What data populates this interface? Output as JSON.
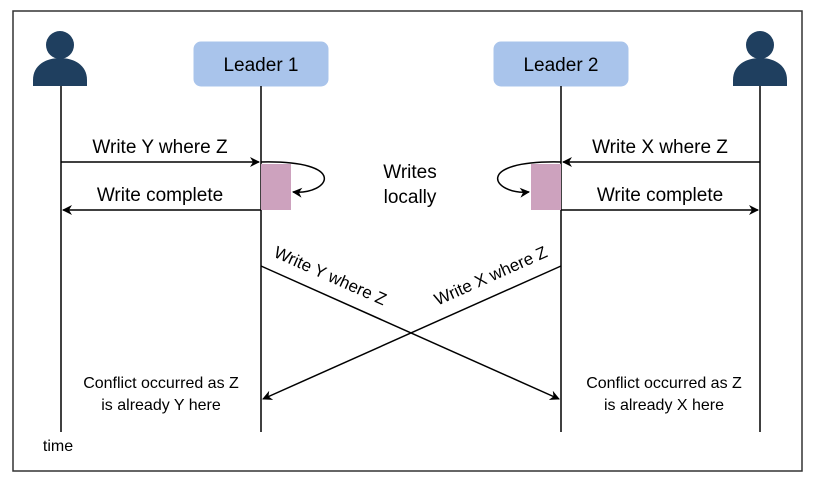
{
  "leaders": [
    {
      "label": "Leader 1"
    },
    {
      "label": "Leader 2"
    }
  ],
  "messages": {
    "left_request": "Write Y where Z",
    "left_response": "Write complete",
    "right_request": "Write X where Z",
    "right_response": "Write complete",
    "local_write_line1": "Writes",
    "local_write_line2": "locally",
    "cross_left_to_right": "Write Y where Z",
    "cross_right_to_left": "Write X where Z"
  },
  "conflicts": {
    "left": {
      "line1": "Conflict occurred as Z",
      "line2": "is already Y here"
    },
    "right": {
      "line1": "Conflict occurred as Z",
      "line2": "is already X here"
    }
  },
  "axis_label": "time",
  "colors": {
    "leader_box": "#a9c4eb",
    "leader_box_stroke": "#a9c4eb",
    "user_icon": "#1f3f5f",
    "write_block": "#cda2be",
    "frame": "#333333"
  },
  "icons": {
    "left_user": "user-icon",
    "right_user": "user-icon"
  }
}
